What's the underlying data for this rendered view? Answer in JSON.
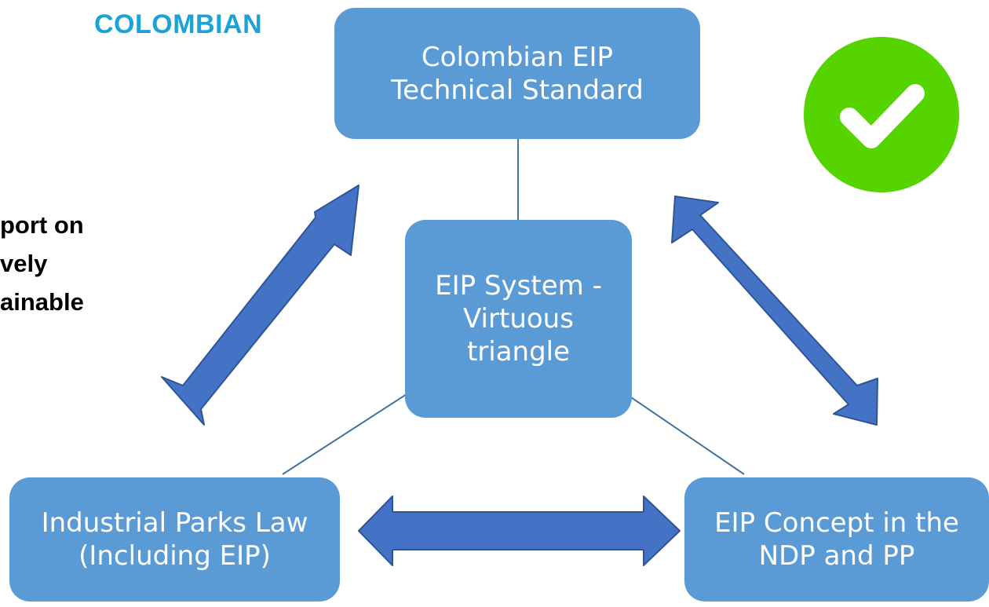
{
  "heading": "COLOMBIAN",
  "side_text": [
    "port on",
    "vely",
    "ainable"
  ],
  "boxes": {
    "top": [
      "Colombian EIP",
      "Technical Standard"
    ],
    "center": [
      "EIP System -",
      "Virtuous",
      "triangle"
    ],
    "left": [
      "Industrial Parks Law",
      "(Including EIP)"
    ],
    "right": [
      "EIP Concept in the",
      "NDP and PP"
    ]
  },
  "icons": {
    "status": "checkmark-icon"
  },
  "colors": {
    "heading": "#1aa3d8",
    "box_fill": "#5b9bd5",
    "arrow_fill": "#4472c4",
    "arrow_stroke": "#2f5597",
    "connector": "#41719c",
    "check_fill": "#55d400"
  }
}
